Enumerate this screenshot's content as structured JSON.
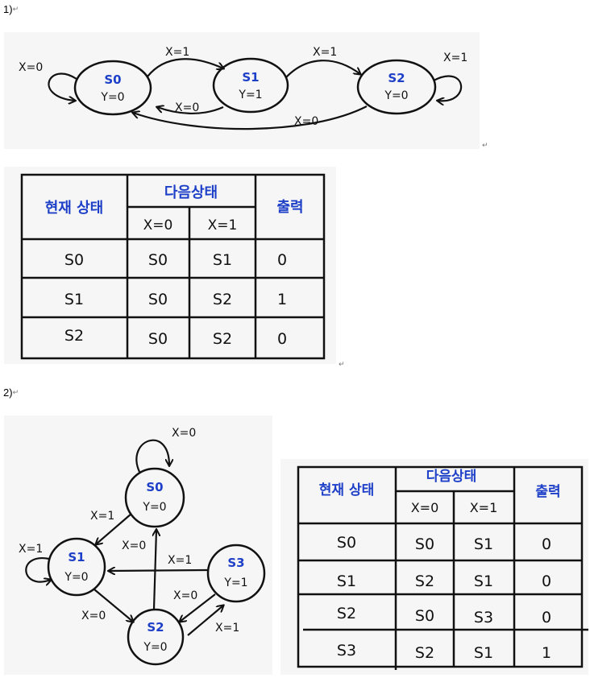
{
  "section1": {
    "number": "1)",
    "diagram": {
      "states": [
        {
          "name": "S0",
          "output": "Y=0"
        },
        {
          "name": "S1",
          "output": "Y=1"
        },
        {
          "name": "S2",
          "output": "Y=0"
        }
      ],
      "edges": [
        {
          "from": "S0",
          "to": "S0",
          "label": "X=0"
        },
        {
          "from": "S0",
          "to": "S1",
          "label": "X=1"
        },
        {
          "from": "S1",
          "to": "S2",
          "label": "X=1"
        },
        {
          "from": "S2",
          "to": "S2",
          "label": "X=1"
        },
        {
          "from": "S1",
          "to": "S0",
          "label": "X=0"
        },
        {
          "from": "S2",
          "to": "S0",
          "label": "X=0"
        }
      ]
    },
    "table": {
      "header_current": "현재 상태",
      "header_next": "다음상태",
      "header_x0": "X=0",
      "header_x1": "X=1",
      "header_output": "출력",
      "rows": [
        {
          "current": "S0",
          "x0": "S0",
          "x1": "S1",
          "output": "0"
        },
        {
          "current": "S1",
          "x0": "S0",
          "x1": "S2",
          "output": "1"
        },
        {
          "current": "S2",
          "x0": "S0",
          "x1": "S2",
          "output": "0"
        }
      ]
    }
  },
  "section2": {
    "number": "2)",
    "diagram": {
      "states": [
        {
          "name": "S0",
          "output": "Y=0"
        },
        {
          "name": "S1",
          "output": "Y=0"
        },
        {
          "name": "S2",
          "output": "Y=0"
        },
        {
          "name": "S3",
          "output": "Y=1"
        }
      ],
      "edges": [
        {
          "from": "S0",
          "to": "S0",
          "label": "X=0"
        },
        {
          "from": "S0",
          "to": "S1",
          "label": "X=1"
        },
        {
          "from": "S1",
          "to": "S1",
          "label": "X=1"
        },
        {
          "from": "S1",
          "to": "S2",
          "label": "X=0"
        },
        {
          "from": "S2",
          "to": "S0",
          "label": "X=0"
        },
        {
          "from": "S3",
          "to": "S1",
          "label": "X=1"
        },
        {
          "from": "S3",
          "to": "S2",
          "label": "X=0"
        },
        {
          "from": "S2",
          "to": "S3",
          "label": "X=1"
        }
      ]
    },
    "table": {
      "header_current": "현재 상태",
      "header_next": "다음상태",
      "header_x0": "X=0",
      "header_x1": "X=1",
      "header_output": "출력",
      "rows": [
        {
          "current": "S0",
          "x0": "S0",
          "x1": "S1",
          "output": "0"
        },
        {
          "current": "S1",
          "x0": "S2",
          "x1": "S1",
          "output": "0"
        },
        {
          "current": "S2",
          "x0": "S0",
          "x1": "S3",
          "output": "0"
        },
        {
          "current": "S3",
          "x0": "S2",
          "x1": "S1",
          "output": "1"
        }
      ]
    }
  }
}
